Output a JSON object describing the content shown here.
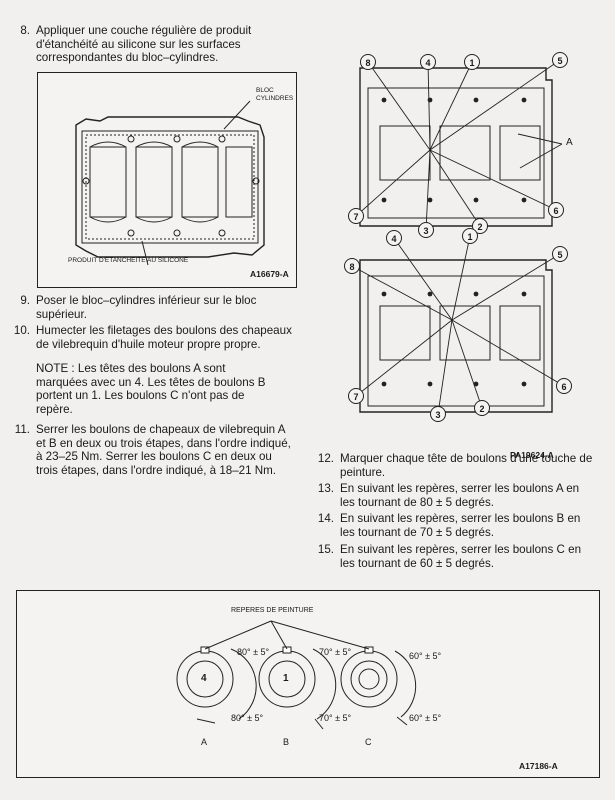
{
  "steps": [
    {
      "num": "8.",
      "lines": [
        "Appliquer une couche régulière de produit",
        "d'étanchéité au silicone sur les surfaces",
        "correspondantes du bloc–cylindres."
      ]
    },
    {
      "num": "9.",
      "lines": [
        "Poser le bloc–cylindres inférieur sur le bloc",
        "supérieur."
      ]
    },
    {
      "num": "10.",
      "lines": [
        "Humecter les filetages des boulons des chapeaux",
        "de vilebrequin d'huile moteur propre propre."
      ]
    },
    {
      "num": "11.",
      "lines": [
        "Serrer les boulons de chapeaux de vilebrequin A",
        "et B en deux ou trois étapes, dans l'ordre indiqué,",
        "à 23–25 Nm. Serrer les boulons C en deux ou",
        "trois étapes, dans l'ordre indiqué, à 18–21 Nm."
      ]
    },
    {
      "num": "12.",
      "lines": [
        "Marquer chaque tête de boulons d'une touche de",
        "peinture."
      ]
    },
    {
      "num": "13.",
      "lines": [
        "En suivant les repères, serrer les boulons A en",
        "les tournant de 80 ± 5 degrés."
      ]
    },
    {
      "num": "14.",
      "lines": [
        "En suivant les repères, serrer les boulons B en",
        "les tournant de 70 ± 5 degrés."
      ]
    },
    {
      "num": "15.",
      "lines": [
        "En suivant les repères, serrer les boulons C en",
        "les tournant de 60 ± 5 degrés."
      ]
    }
  ],
  "note_lines": [
    "NOTE : Les têtes des boulons A sont",
    "marquées avec un 4. Les têtes de boulons B",
    "portent un 1. Les boulons C n'ont pas de",
    "repère."
  ],
  "figure1": {
    "label_bloc": [
      "BLOC",
      "CYLINDRES"
    ],
    "label_silicone": "PRODUIT D'ETANCHEITE AU SILICONE",
    "id": "A16679-A"
  },
  "figure2": {
    "id": "PA19624-A",
    "callouts": [
      "8",
      "4",
      "1",
      "5",
      "A",
      "7",
      "3",
      "2",
      "6",
      "4",
      "8",
      "1",
      "5",
      "6",
      "7",
      "3",
      "2"
    ]
  },
  "figure3": {
    "title": "REPERES DE PEINTURE",
    "angles": [
      "80° ± 5°",
      "70° ± 5°",
      "60° ± 5°",
      "80° ± 5°",
      "70° ± 5°",
      "60° ± 5°"
    ],
    "bolt_marks": [
      "4",
      "1"
    ],
    "bolt_labels": [
      "A",
      "B",
      "C"
    ],
    "id": "A17186-A"
  }
}
